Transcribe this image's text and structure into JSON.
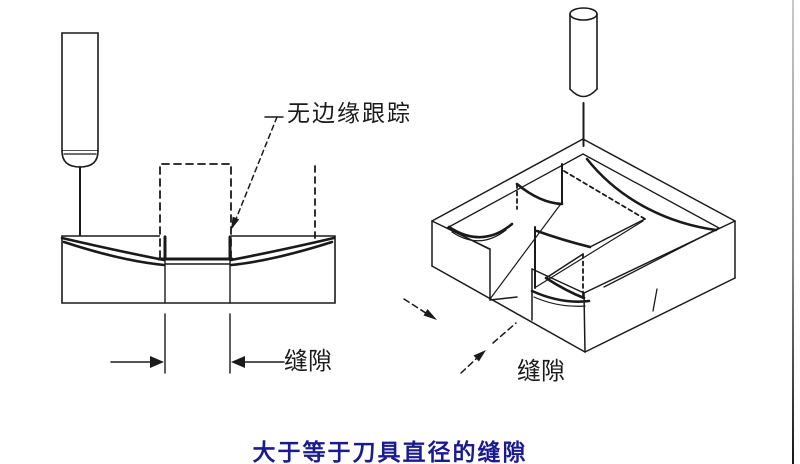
{
  "page": {
    "background_color": "#ffffff",
    "line_color": "#1a1a1a"
  },
  "left_diagram": {
    "labels": {
      "no_edge_tracking": "无边缘跟踪",
      "gap": "缝隙"
    }
  },
  "right_diagram": {
    "labels": {
      "gap": "缝隙"
    }
  },
  "caption": {
    "text": "大于等于刀具直径的缝隙",
    "color": "#1b1b8e"
  }
}
